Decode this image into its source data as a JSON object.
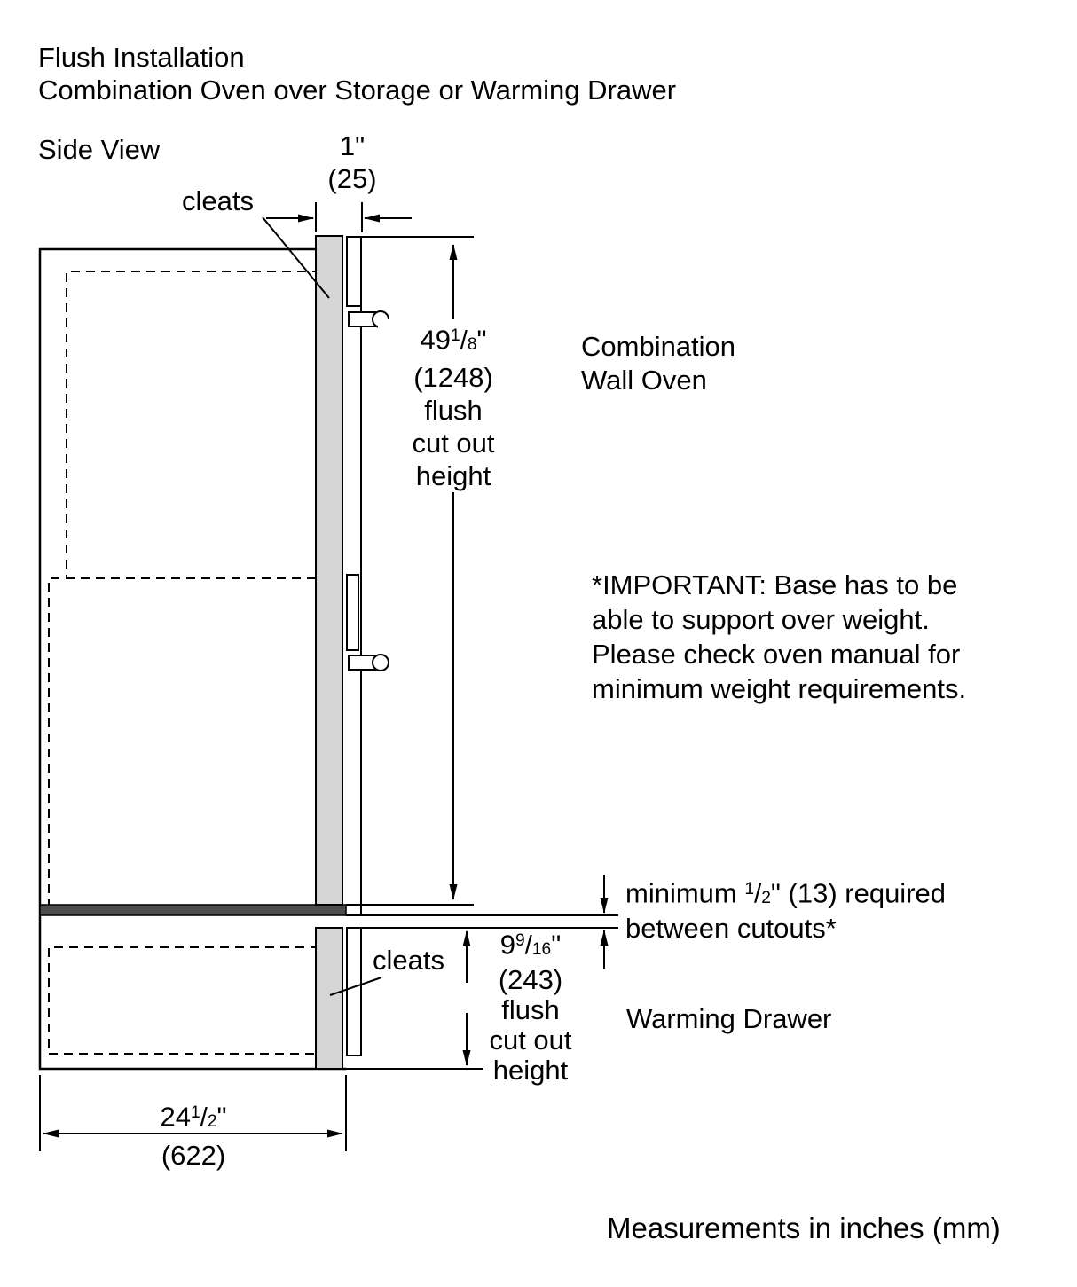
{
  "title": {
    "line1": "Flush Installation",
    "line2": "Combination Oven over Storage or Warming Drawer"
  },
  "view_label": "Side View",
  "glyphs": {
    "slash": "/"
  },
  "colors": {
    "cleat_fill": "#d6d6d6",
    "separator_fill": "#4d4d4d",
    "line_color": "#000000"
  },
  "annotations": {
    "cleats_top": "cleats",
    "cleats_bottom": "cleats",
    "oven_label_line1": "Combination",
    "oven_label_line2": "Wall Oven",
    "warming_drawer": "Warming Drawer",
    "important": {
      "line1": "*IMPORTANT: Base has to be",
      "line2": "able to support over weight.",
      "line3": "Please check oven manual for",
      "line4": "minimum weight requirements."
    },
    "footer": "Measurements in inches (mm)"
  },
  "dimensions": {
    "cleat_thickness": {
      "value": "1",
      "unit": "\"",
      "mm": "(25)"
    },
    "oven_cutout": {
      "whole": "49",
      "num": "1",
      "den": "8",
      "unit": "\"",
      "mm": "(1248)",
      "desc1": "flush",
      "desc2": "cut out",
      "desc3": "height"
    },
    "min_gap": {
      "prefix": "minimum ",
      "num": "1",
      "den": "2",
      "suffix": "\" (13) required",
      "line2": "between cutouts*"
    },
    "drawer_cutout": {
      "whole": "9",
      "num": "9",
      "den": "16",
      "unit": "\"",
      "mm": "(243)",
      "desc1": "flush",
      "desc2": "cut out",
      "desc3": "height"
    },
    "cabinet_width": {
      "whole": "24",
      "num": "1",
      "den": "2",
      "unit": "\"",
      "mm": "(622)"
    }
  }
}
